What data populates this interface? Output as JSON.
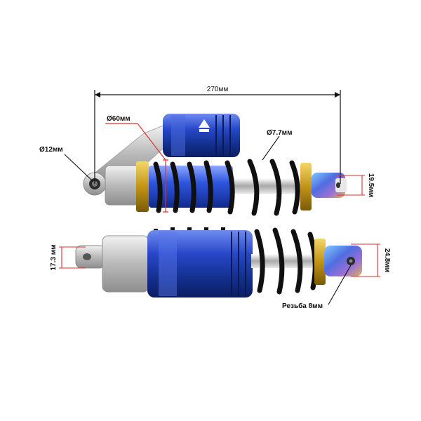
{
  "labels": {
    "total_length": "270мм",
    "body_diameter": "Ø60мм",
    "spring_wire": "Ø7.7мм",
    "eye_diameter": "Ø12мм",
    "top_mount_width": "19.5мм",
    "bottom_eye_width": "17.3 мм",
    "bottom_mount_width": "24.8мм",
    "thread": "Резьба 8мм"
  },
  "colors": {
    "reservoir_blue": "#1b3fb8",
    "spring_black": "#111111",
    "gold_collar": "#c9a227",
    "silver_body": "#c8c8c8",
    "dimension_red": "#e0312f",
    "dimension_black": "#111111"
  },
  "icons": {
    "brand_logo": "triangle-badge"
  }
}
